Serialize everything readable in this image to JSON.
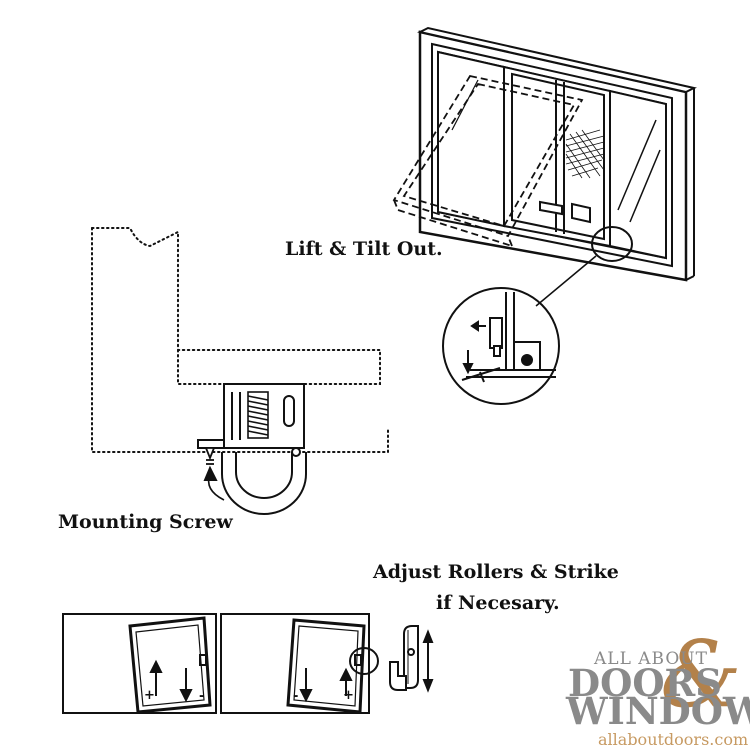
{
  "labels": {
    "lift_tilt": "Lift & Tilt Out.",
    "mounting_screw": "Mounting Screw",
    "adjust_line1": "Adjust Rollers & Strike",
    "adjust_line2": "if Necesary."
  },
  "signs": {
    "plus": "+",
    "minus": "-"
  },
  "brand": {
    "line1": "ALL ABOUT",
    "doors": "DOORS",
    "ampersand": "&",
    "windows": "WINDOWS",
    "url": "allaboutdoors.com",
    "text_color": "#8a8a8a",
    "accent_color": "#b3814a"
  }
}
